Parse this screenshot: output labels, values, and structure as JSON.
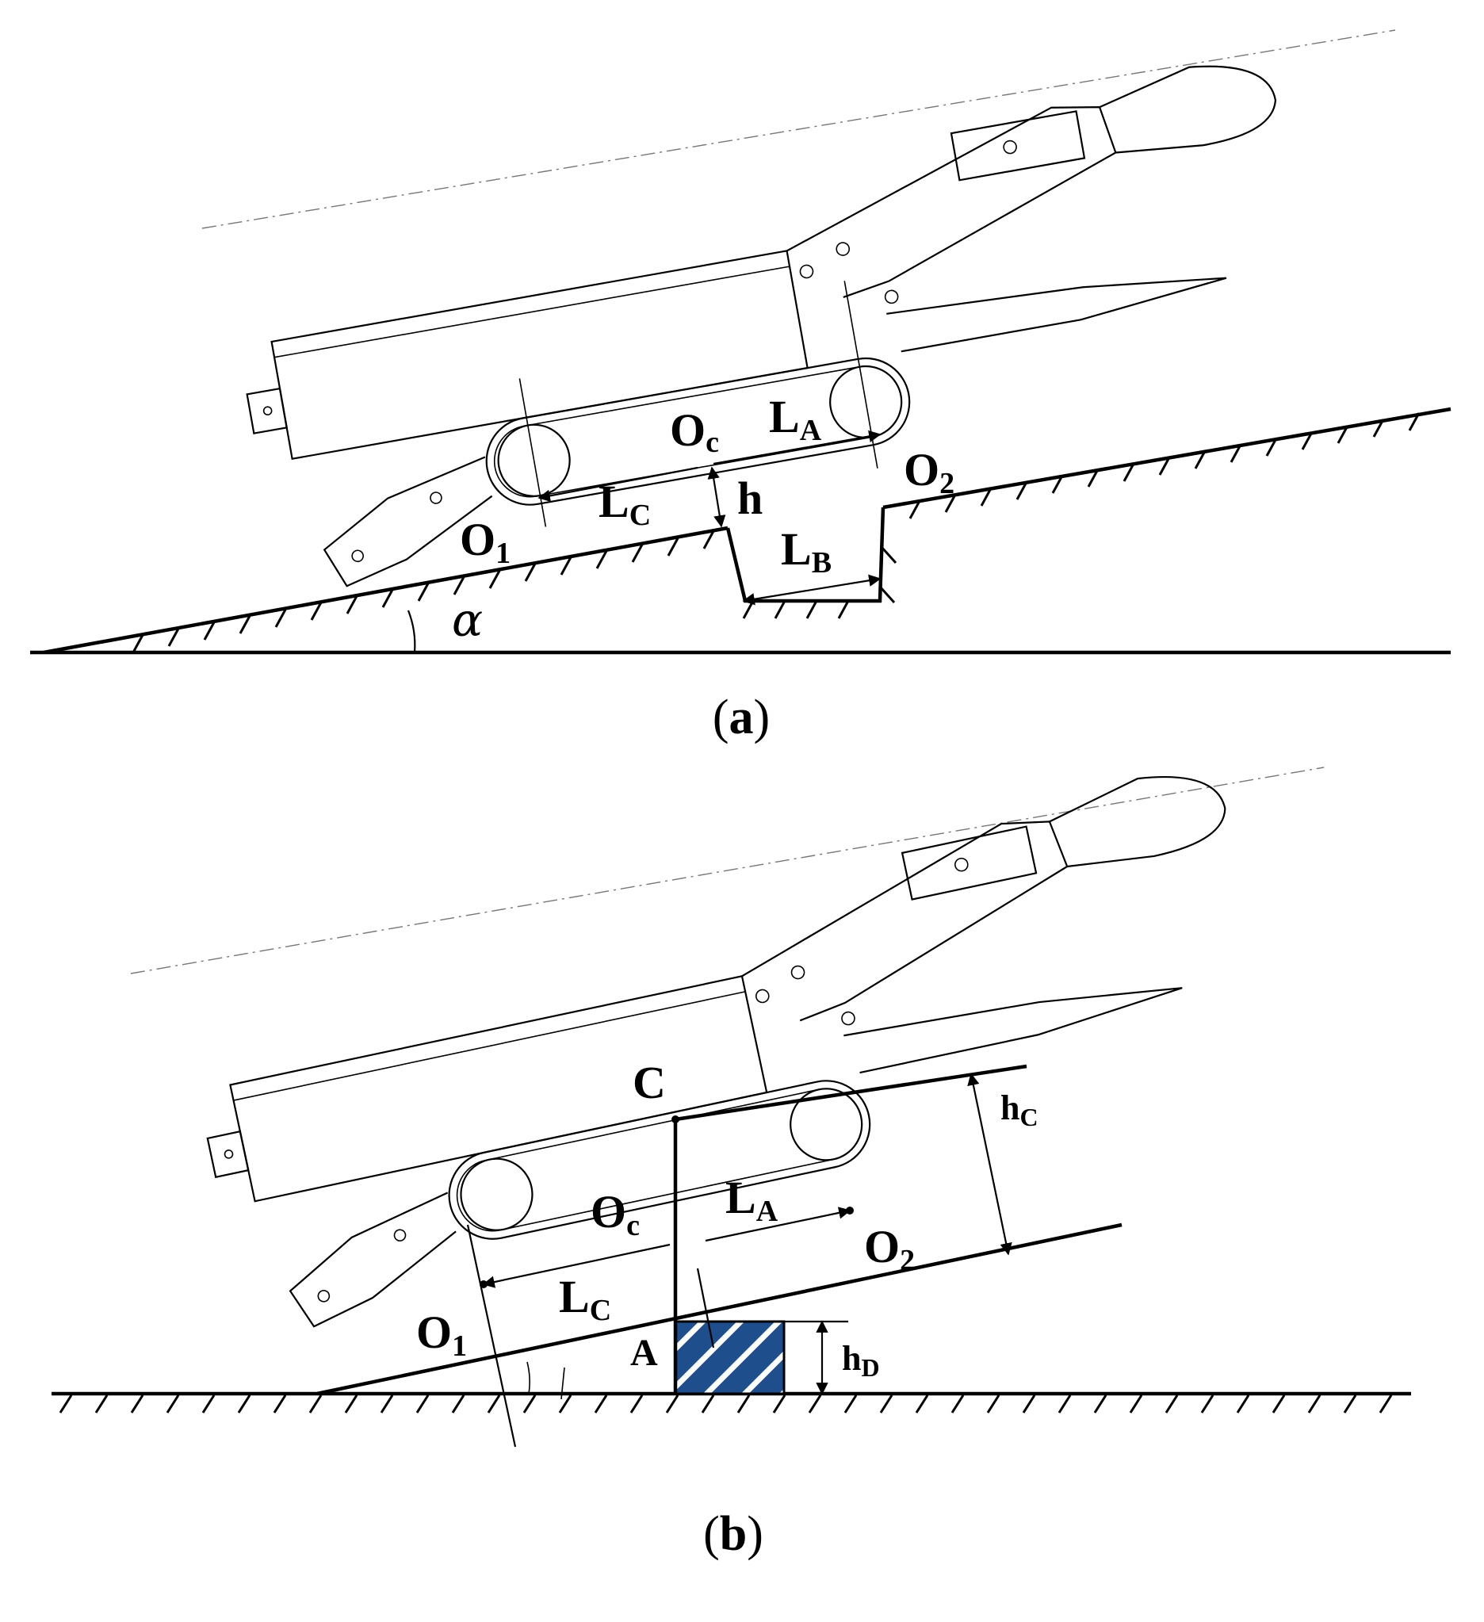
{
  "panel_a": {
    "caption_open": "(",
    "caption_letter": "a",
    "caption_close": ")",
    "labels": {
      "o_c": "O",
      "o_c_sub": "c",
      "l_a": "L",
      "l_a_sub": "A",
      "o_2": "O",
      "o_2_sub": "2",
      "l_c": "L",
      "l_c_sub": "C",
      "h": "h",
      "o_1": "O",
      "o_1_sub": "1",
      "l_b": "L",
      "l_b_sub": "B",
      "alpha": "α"
    }
  },
  "panel_b": {
    "caption_open": "(",
    "caption_letter": "b",
    "caption_close": ")",
    "labels": {
      "c": "C",
      "h_c": "h",
      "h_c_sub": "C",
      "o_c": "O",
      "o_c_sub": "c",
      "l_a": "L",
      "l_a_sub": "A",
      "o_2": "O",
      "o_2_sub": "2",
      "l_c": "L",
      "l_c_sub": "C",
      "o_1": "O",
      "o_1_sub": "1",
      "a": "A",
      "h_d": "h",
      "h_d_sub": "D"
    },
    "obstacle_colors": {
      "fill": "#1f4e8c",
      "stripe": "#ffffff"
    }
  },
  "colors": {
    "ink": "#000000",
    "dash": "#777777",
    "background": "#ffffff"
  }
}
